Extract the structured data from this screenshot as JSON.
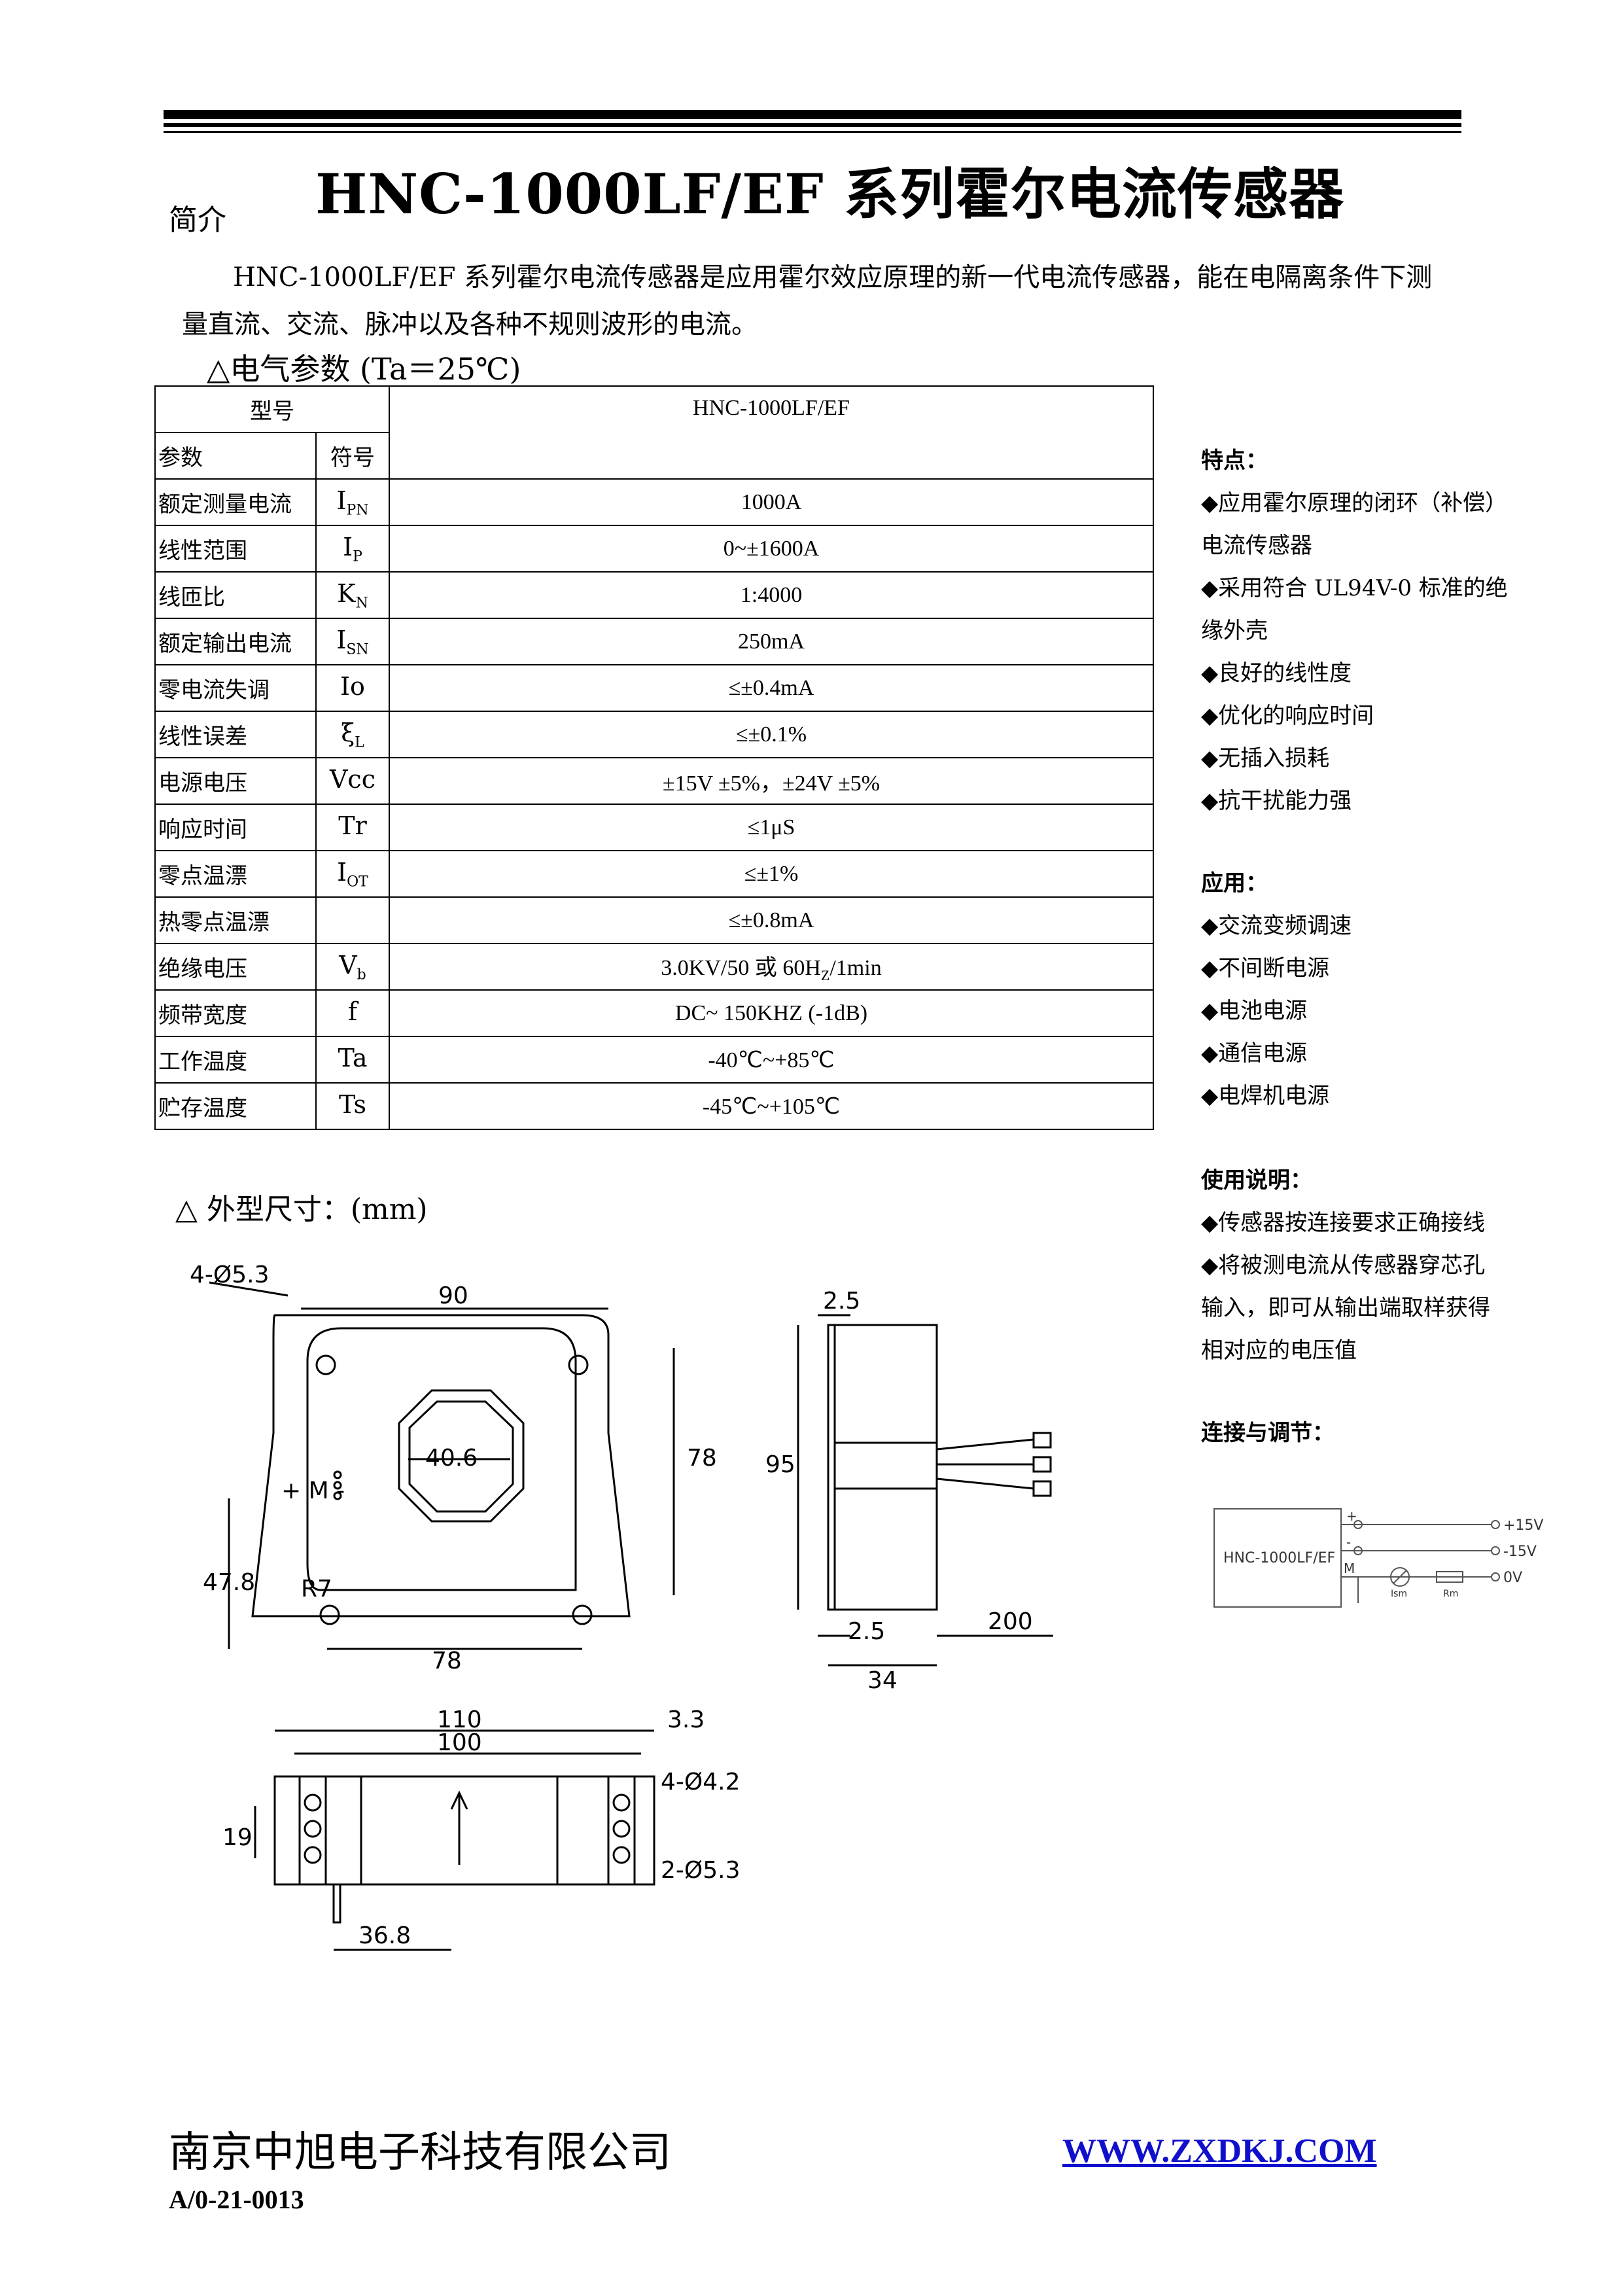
{
  "header": {
    "title": "HNC-1000LF/EF 系列霍尔电流传感器"
  },
  "intro": {
    "label": "简介",
    "text": "HNC-1000LF/EF 系列霍尔电流传感器是应用霍尔效应原理的新一代电流传感器，能在电隔离条件下测量直流、交流、脉冲以及各种不规则波形的电流。"
  },
  "electrical": {
    "heading": "△电气参数 (Ta＝25℃)",
    "model_label": "型号",
    "model_value": "HNC-1000LF/EF",
    "param_label": "参数",
    "symbol_label": "符号",
    "rows": [
      {
        "param": "额定测量电流",
        "sym": "I",
        "sub": "PN",
        "value": "1000A"
      },
      {
        "param": "线性范围",
        "sym": "I",
        "sub": "P",
        "value": "0~±1600A"
      },
      {
        "param": "线匝比",
        "sym": "K",
        "sub": "N",
        "value": "1:4000"
      },
      {
        "param": "额定输出电流",
        "sym": "I",
        "sub": "SN",
        "value": "250mA"
      },
      {
        "param": "零电流失调",
        "sym": "Io",
        "sub": "",
        "value": "≤±0.4mA"
      },
      {
        "param": "线性误差",
        "sym": "ξ",
        "sub": "L",
        "value": "≤±0.1%"
      },
      {
        "param": "电源电压",
        "sym": "Vcc",
        "sub": "",
        "value": "±15V ±5%，±24V ±5%"
      },
      {
        "param": "响应时间",
        "sym": "Tr",
        "sub": "",
        "value": "≤1μS"
      },
      {
        "param": "零点温漂",
        "sym": "I",
        "sub": "OT",
        "value": "≤±1%"
      },
      {
        "param": "热零点温漂",
        "sym": "",
        "sub": "",
        "value": "≤±0.8mA"
      },
      {
        "param": "绝缘电压",
        "sym": "V",
        "sub": "b",
        "value": "3.0KV/50 或 60H"
      },
      {
        "param": "频带宽度",
        "sym": "f",
        "sub": "",
        "value": "DC~ 150KHZ (-1dB)"
      },
      {
        "param": "工作温度",
        "sym": "Ta",
        "sub": "",
        "value": "-40℃~+85℃"
      },
      {
        "param": "贮存温度",
        "sym": "Ts",
        "sub": "",
        "value": "-45℃~+105℃"
      }
    ],
    "insulation_suffix_sub": "Z",
    "insulation_suffix": "/1min"
  },
  "features": {
    "title": "特点：",
    "items": [
      "◆应用霍尔原理的闭环（补偿）",
      "电流传感器",
      "◆采用符合 UL94V-0 标准的绝",
      "缘外壳",
      "◆良好的线性度",
      "◆优化的响应时间",
      "◆无插入损耗",
      "◆抗干扰能力强"
    ]
  },
  "applications": {
    "title": "应用：",
    "items": [
      "◆交流变频调速",
      "◆不间断电源",
      "◆电池电源",
      "◆通信电源",
      "◆电焊机电源"
    ]
  },
  "usage": {
    "title": "使用说明：",
    "items": [
      "◆传感器按连接要求正确接线",
      "◆将被测电流从传感器穿芯孔",
      "输入，即可从输出端取样获得",
      "相对应的电压值"
    ]
  },
  "connection": {
    "title": "连接与调节：",
    "device": "HNC-1000LF/EF",
    "plus": "+",
    "minus": "-",
    "m": "M",
    "v_plus": "+15V",
    "v_minus": "-15V",
    "v_zero": "0V",
    "ism": "Ism",
    "rm": "Rm"
  },
  "dimensions": {
    "heading": "△ 外型尺寸：(mm)",
    "labels": {
      "holes": "4-Ø5.3",
      "width": "90",
      "inner": "40.6",
      "height78": "78",
      "height47": "47.8",
      "radius": "R7",
      "bottom78": "78",
      "pins": "+ M -",
      "thick": "2.5",
      "height95": "95",
      "lead": "200",
      "thick2": "2.5",
      "depth": "34",
      "h33": "3.3",
      "w110": "110",
      "w100": "100",
      "h19": "19",
      "holes42": "4-Ø4.2",
      "holes53": "2-Ø5.3",
      "w368": "36.8"
    }
  },
  "footer": {
    "company": "南京中旭电子科技有限公司",
    "url": "WWW.ZXDKJ.COM",
    "code": "A/0-21-0013"
  }
}
